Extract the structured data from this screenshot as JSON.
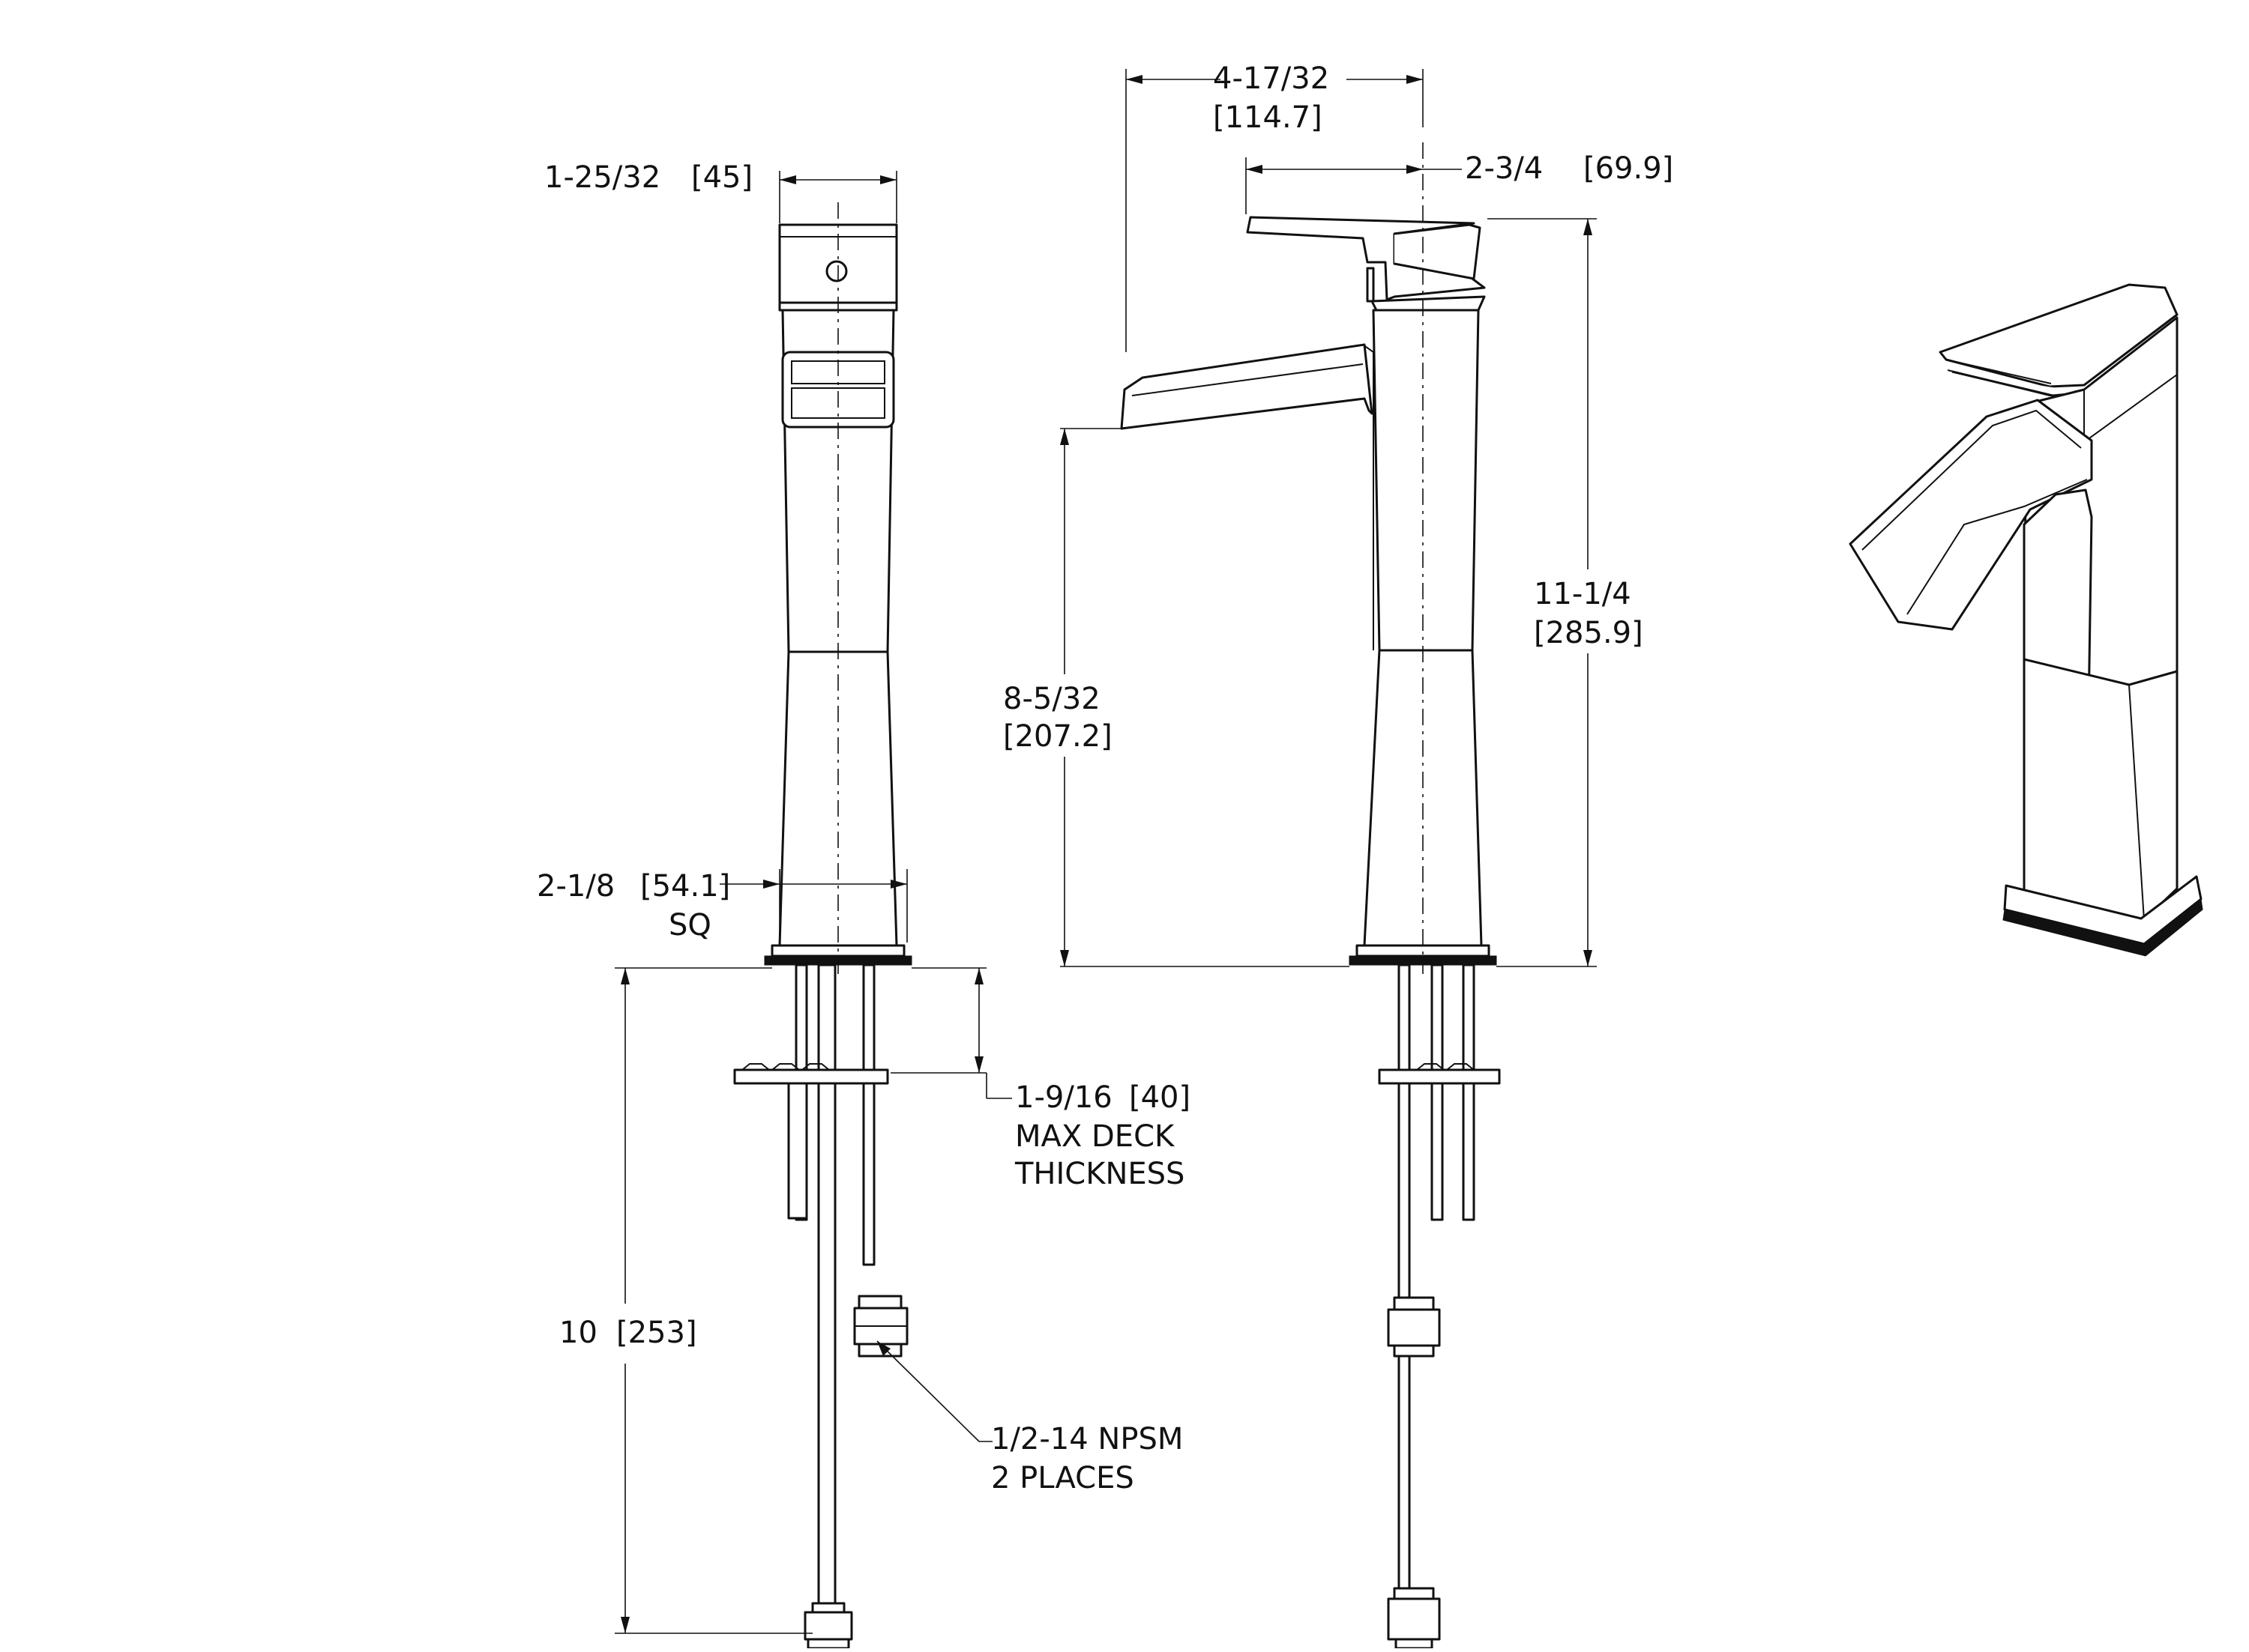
{
  "dimensions": {
    "top_handle_width": {
      "imperial": "1-25/32",
      "metric": "[45]"
    },
    "spout_reach": {
      "imperial": "4-17/32",
      "metric": "[114.7]"
    },
    "handle_offset": {
      "imperial": "2-3/4",
      "metric": "[69.9]"
    },
    "overall_height": {
      "imperial": "11-1/4",
      "metric": "[285.9]"
    },
    "spout_height": {
      "imperial": "8-5/32",
      "metric": "[207.2]"
    },
    "base_square": {
      "imperial": "2-1/8",
      "metric": "[54.1]",
      "suffix": "SQ"
    },
    "deck_thickness": {
      "imperial": "1-9/16",
      "metric": "[40]",
      "line2": "MAX DECK",
      "line3": "THICKNESS"
    },
    "shank_length": {
      "imperial": "10",
      "metric": "[253]"
    },
    "connection": {
      "line1": "1/2-14  NPSM",
      "line2": "2  PLACES"
    }
  }
}
